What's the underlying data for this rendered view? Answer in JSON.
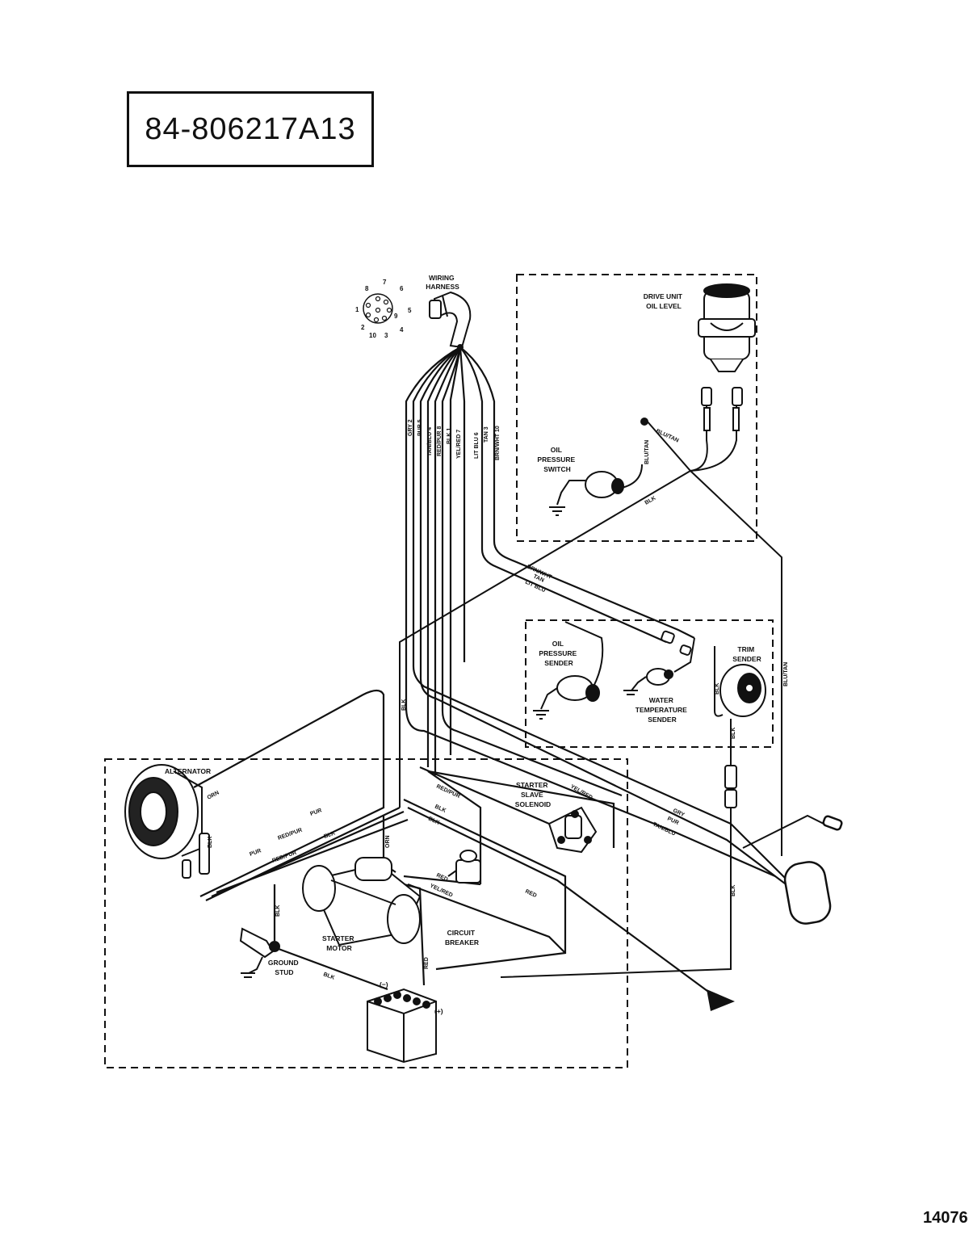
{
  "part_number": "84-806217A13",
  "figure_number": "14076",
  "components": {
    "wiring_harness": "WIRING\nHARNESS",
    "drive_unit_oil_level": "DRIVE UNIT\nOIL LEVEL",
    "oil_pressure_switch": "OIL\nPRESSURE\nSWITCH",
    "oil_pressure_sender": "OIL\nPRESSURE\nSENDER",
    "water_temperature_sender": "WATER\nTEMPERATURE\nSENDER",
    "trim_sender": "TRIM\nSENDER",
    "alternator": "ALTERNATOR",
    "starter_slave_solenoid": "STARTER\nSLAVE\nSOLENOID",
    "starter_motor": "STARTER\nMOTOR",
    "circuit_breaker": "CIRCUIT\nBREAKER",
    "ground_stud": "GROUND\nSTUD",
    "battery_neg": "(−)",
    "battery_pos": "(+)"
  },
  "connector_pins": [
    "1",
    "2",
    "3",
    "4",
    "5",
    "6",
    "7",
    "8",
    "9",
    "10"
  ],
  "harness_wires": [
    "GRY 2",
    "PUR 5",
    "TAN/BLU 4",
    "RED/PUR 8",
    "BLK 1",
    "YEL/RED 7",
    "LIT BLU 6",
    "TAN 3",
    "BRN/WHT 10"
  ],
  "wire_labels": {
    "blu_tan_switch": "BLU/TAN",
    "blu_tan_top": "BLU/TAN",
    "blu_tan_right": "BLU/TAN",
    "blk_upper": "BLK",
    "brn_wht": "BRN/WHT",
    "tan": "TAN",
    "lit_blu": "LIT BLU",
    "blk_harness": "BLK",
    "blk_trim_a": "BLK",
    "blk_trim_b": "BLK",
    "blk_trim_c": "BLK",
    "orn_alt": "ORN",
    "pur_alt": "PUR",
    "red_pur_alt": "RED/PUR",
    "pur_lower": "PUR",
    "red_pur_lower": "RED/PUR",
    "blk_lower": "BLK",
    "blk_alt": "BLK",
    "red_pur_sol": "RED/PUR",
    "yel_red_sol": "YEL/RED",
    "blk_sol_a": "BLK",
    "blk_sol_b": "BLK",
    "gry": "GRY",
    "pur_right": "PUR",
    "tan_blu": "TAN/BLU",
    "orn_starter": "ORN",
    "red_starter": "RED",
    "yel_red_starter": "YEL/RED",
    "red_cb": "RED",
    "blk_ground": "BLK",
    "blk_battery": "BLK",
    "red_battery": "RED"
  }
}
